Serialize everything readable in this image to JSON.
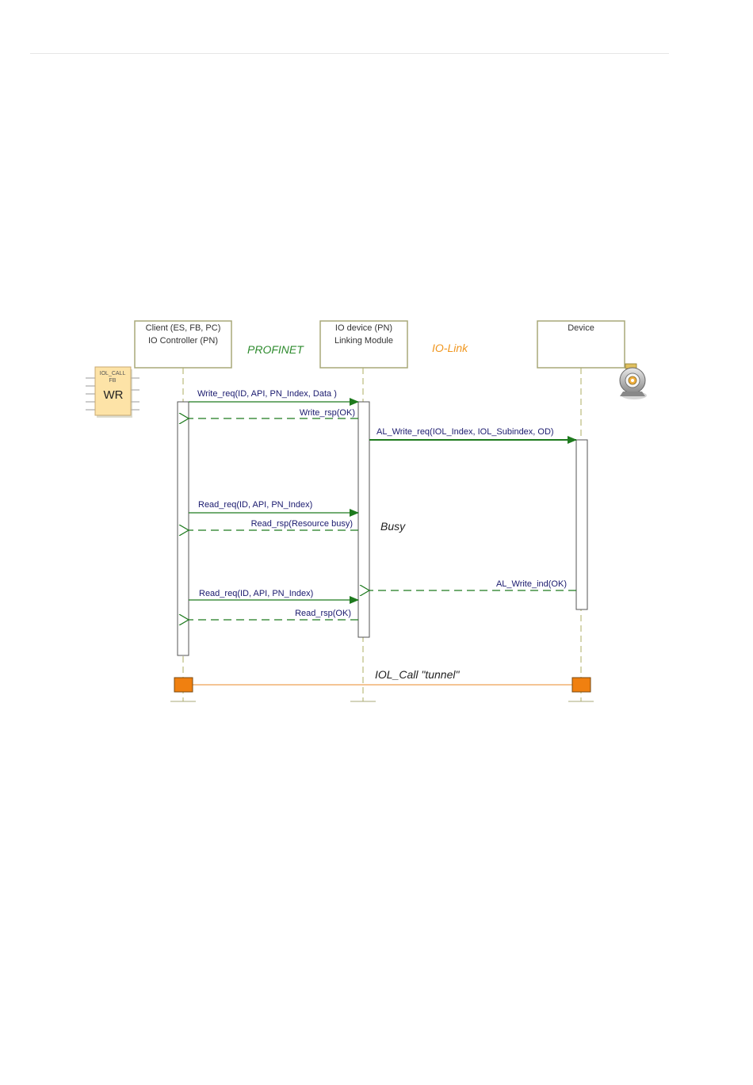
{
  "participants": {
    "client": {
      "line1": "Client (ES, FB, PC)",
      "line2": "IO Controller (PN)"
    },
    "iodevice": {
      "line1": "IO device (PN)",
      "line2": "Linking Module"
    },
    "device": {
      "line1": "Device"
    }
  },
  "protocols": {
    "profinet": "PROFINET",
    "iolink": "IO-Link"
  },
  "fb_block": {
    "title_line1": "IOL_CALL",
    "title_line2": "FB",
    "label": "WR"
  },
  "messages": {
    "write_req": "Write_req(ID, API, PN_Index, Data )",
    "write_rsp": "Write_rsp(OK)",
    "al_write_req": "AL_Write_req(IOL_Index, IOL_Subindex, OD)",
    "read_req_1": "Read_req(ID, API, PN_Index)",
    "read_rsp_busy": "Read_rsp(Resource busy)",
    "al_write_ind": "AL_Write_ind(OK)",
    "read_req_2": "Read_req(ID, API, PN_Index)",
    "read_rsp_ok": "Read_rsp(OK)"
  },
  "notes": {
    "busy": "Busy",
    "tunnel": "IOL_Call \"tunnel\""
  },
  "colors": {
    "arrow_green": "#1e7a1e",
    "profinet_green": "#2e8b2e",
    "iolink_orange": "#f0961e",
    "lifeline_tan": "#c8c896",
    "box_border": "#a8a878",
    "tunnel_line": "#f0b070",
    "tunnel_square": "#f08010",
    "fb_fill": "#fde3a7"
  }
}
